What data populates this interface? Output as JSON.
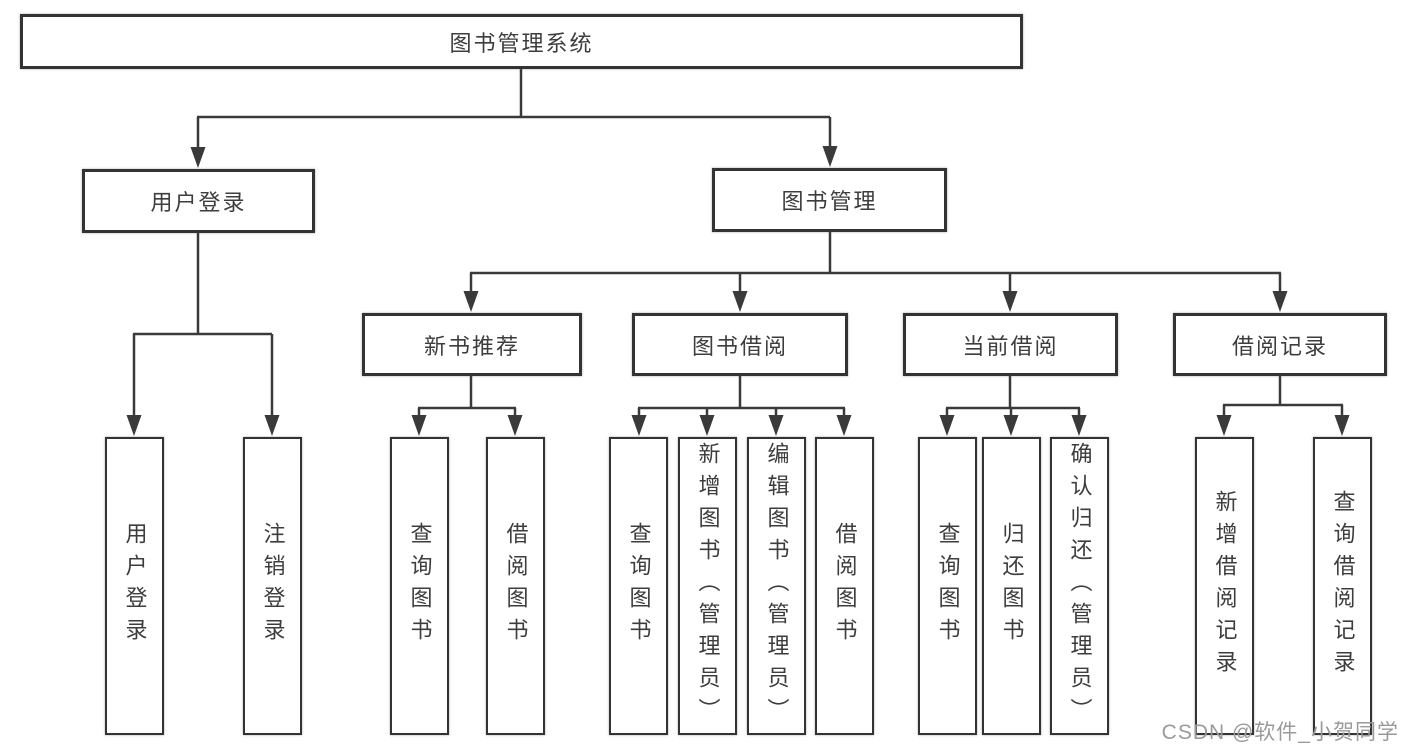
{
  "diagram": {
    "root": {
      "label": "图书管理系统"
    },
    "branches": [
      {
        "label": "用户登录",
        "children": [
          {
            "label": "用户登录"
          },
          {
            "label": "注销登录"
          }
        ]
      },
      {
        "label": "图书管理",
        "children": [
          {
            "label": "新书推荐",
            "children": [
              {
                "label": "查询图书"
              },
              {
                "label": "借阅图书"
              }
            ]
          },
          {
            "label": "图书借阅",
            "children": [
              {
                "label": "查询图书"
              },
              {
                "label": "新增图书（管理员）"
              },
              {
                "label": "编辑图书（管理员）"
              },
              {
                "label": "借阅图书"
              }
            ]
          },
          {
            "label": "当前借阅",
            "children": [
              {
                "label": "查询图书"
              },
              {
                "label": "归还图书"
              },
              {
                "label": "确认归还（管理员）"
              }
            ]
          },
          {
            "label": "借阅记录",
            "children": [
              {
                "label": "新增借阅记录"
              },
              {
                "label": "查询借阅记录"
              }
            ]
          }
        ]
      }
    ]
  },
  "watermark": {
    "text": "CSDN @软件_小贺同学"
  },
  "colors": {
    "line": "#3a3a3a",
    "box_border": "#333333",
    "box_fill": "#ffffff",
    "label_text": "#3d3d3d",
    "watermark_text": "#9a9a9a",
    "background": "#ffffff"
  }
}
